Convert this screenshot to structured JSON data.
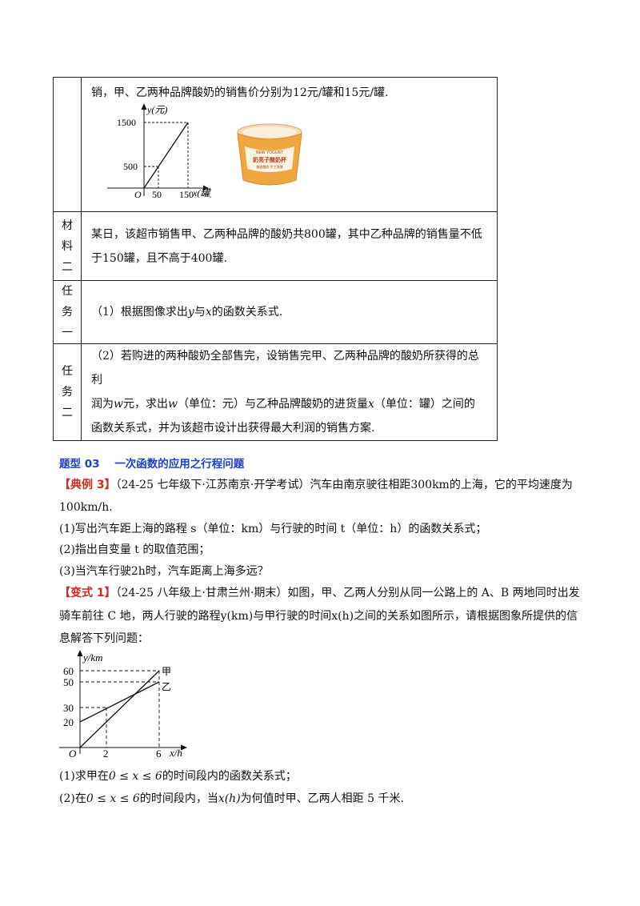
{
  "table": {
    "row1": {
      "text": "销，甲、乙两种品牌酸奶的销售价分别为12元/罐和15元/罐.",
      "graph": {
        "y_label": "y(元)",
        "x_label": "x(罐)",
        "origin": "O",
        "y_ticks": [
          "1500",
          "500"
        ],
        "x_ticks": [
          "50",
          "150"
        ]
      },
      "cup_text": [
        "NEW YOGURT",
        "奶亮子酸奶杯",
        "微甜酸奶·手工发酵"
      ]
    },
    "row2": {
      "label": [
        "材",
        "料",
        "二"
      ],
      "lines": [
        "某日，该超市销售甲、乙两种品牌的酸奶共800罐，其中乙种品牌的销售量不低",
        "于150罐，且不高于400罐."
      ]
    },
    "row3": {
      "label": [
        "任",
        "务",
        "一"
      ],
      "text_a": "（1）根据图像求出",
      "var_y": "y",
      "text_b": "与",
      "var_x": "x",
      "text_c": "的函数关系式."
    },
    "row4": {
      "label": [
        "任",
        "务",
        "二"
      ],
      "line1": "（2）若购进的两种酸奶全部售完，设销售完甲、乙两种品牌的酸奶所获得的总利",
      "line2_a": "润为",
      "var_w1": "w",
      "line2_b": "元，求出",
      "var_w2": "w",
      "line2_c": "（单位：元）与乙种品牌酸奶的进货量",
      "var_x": "x",
      "line2_d": "（单位：罐）之间的",
      "line3": "函数关系式，并为该超市设计出获得最大利润的销售方案."
    }
  },
  "section": {
    "title_a": "题型 03",
    "title_b": "一次函数的应用之行程问题"
  },
  "example3": {
    "tag": "【典例 3】",
    "source": "（24-25 七年级下·江苏南京·开学考试）汽车由南京驶往相距",
    "dist": "300km",
    "tail": "的上海，它的平均速度为",
    "speed": "100km/h",
    "period": ".",
    "q1": "(1)写出汽车距上海的路程 s（单位：km）与行驶的时间 t（单位：h）的函数关系式；",
    "q2": "(2)指出自变量 t 的取值范围；",
    "q3a": "(3)当汽车行驶",
    "q3b": "2h",
    "q3c": "时，汽车距离上海多远？"
  },
  "variant1": {
    "tag": "【变式 1】",
    "line1": "（24-25 八年级上·甘肃兰州·期末）如图，甲、乙两人分别从同一公路上的 A、B 两地同时出发",
    "line2_a": "骑车前往 C 地，两人行驶的路程",
    "y_unit": "y(km)",
    "line2_b": "与甲行驶的时间",
    "x_unit": "x(h)",
    "line2_c": "之间的关系如图所示，请根据图象所提供的信",
    "line3": "息解答下列问题：",
    "q1a": "(1)求甲在",
    "q1range": "0 ≤ x ≤ 6",
    "q1b": "的时间段内的函数关系式；",
    "q2a": "(2)在",
    "q2range": "0 ≤ x ≤ 6",
    "q2b": "的时间段内，当",
    "q2var": "x(h)",
    "q2c": "为何值时甲、乙两人相距 5 千米."
  },
  "graph2": {
    "y_label": "y/km",
    "x_label": "x/h",
    "origin": "O",
    "y_ticks": [
      "60",
      "50",
      "30",
      "20"
    ],
    "x_ticks": [
      "2",
      "6"
    ],
    "line_jia": "甲",
    "line_yi": "乙"
  }
}
